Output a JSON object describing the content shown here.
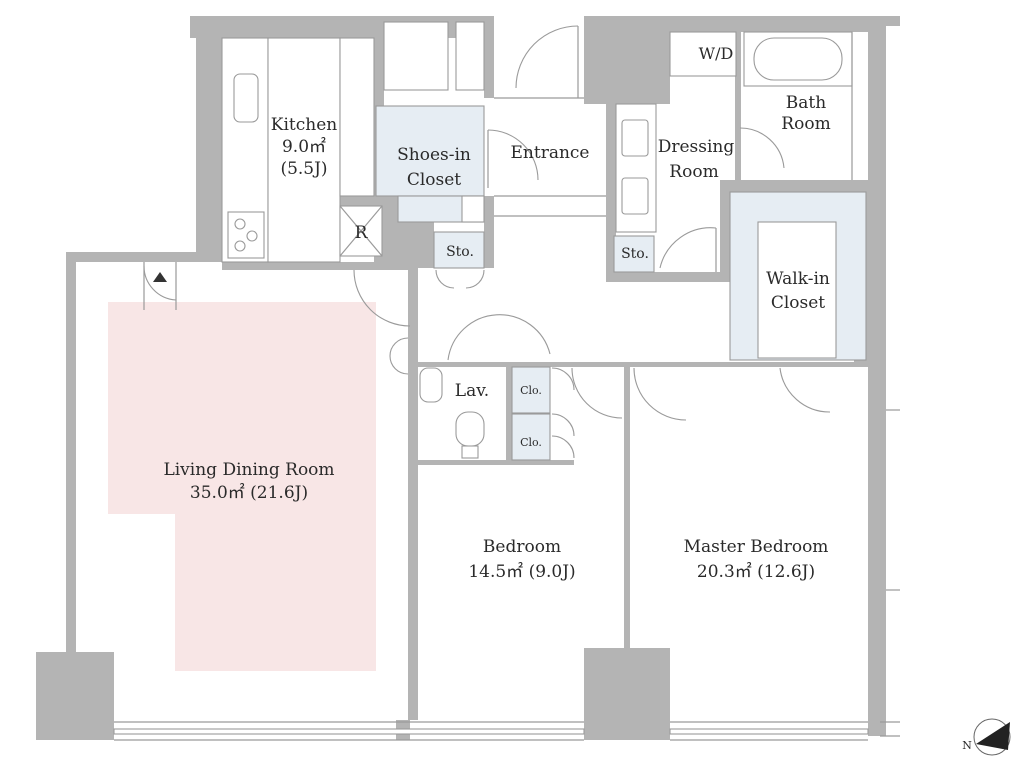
{
  "rooms": {
    "kitchen": {
      "name": "Kitchen",
      "area": "9.0㎡",
      "jo": "(5.5J)"
    },
    "shoes": {
      "line1": "Shoes-in",
      "line2": "Closet"
    },
    "entrance": {
      "name": "Entrance"
    },
    "dressing": {
      "line1": "Dressing",
      "line2": "Room"
    },
    "bath": {
      "line1": "Bath",
      "line2": "Room"
    },
    "wd": {
      "name": "W/D"
    },
    "refrigerator": {
      "name": "R"
    },
    "storage1": {
      "name": "Sto."
    },
    "storage2": {
      "name": "Sto."
    },
    "walkin": {
      "line1": "Walk-in",
      "line2": "Closet"
    },
    "lav": {
      "name": "Lav."
    },
    "clo1": {
      "name": "Clo."
    },
    "clo2": {
      "name": "Clo."
    },
    "living": {
      "name": "Living Dining Room",
      "area": "35.0㎡  (21.6J)"
    },
    "bedroom": {
      "name": "Bedroom",
      "area": "14.5㎡  (9.0J)"
    },
    "master": {
      "name": "Master Bedroom",
      "area": "20.3㎡  (12.6J)"
    }
  },
  "north": {
    "label": "N"
  },
  "colors": {
    "wall": "#b4b4b4",
    "ldk": "#f8e6e6",
    "closet": "#e6edf3"
  }
}
